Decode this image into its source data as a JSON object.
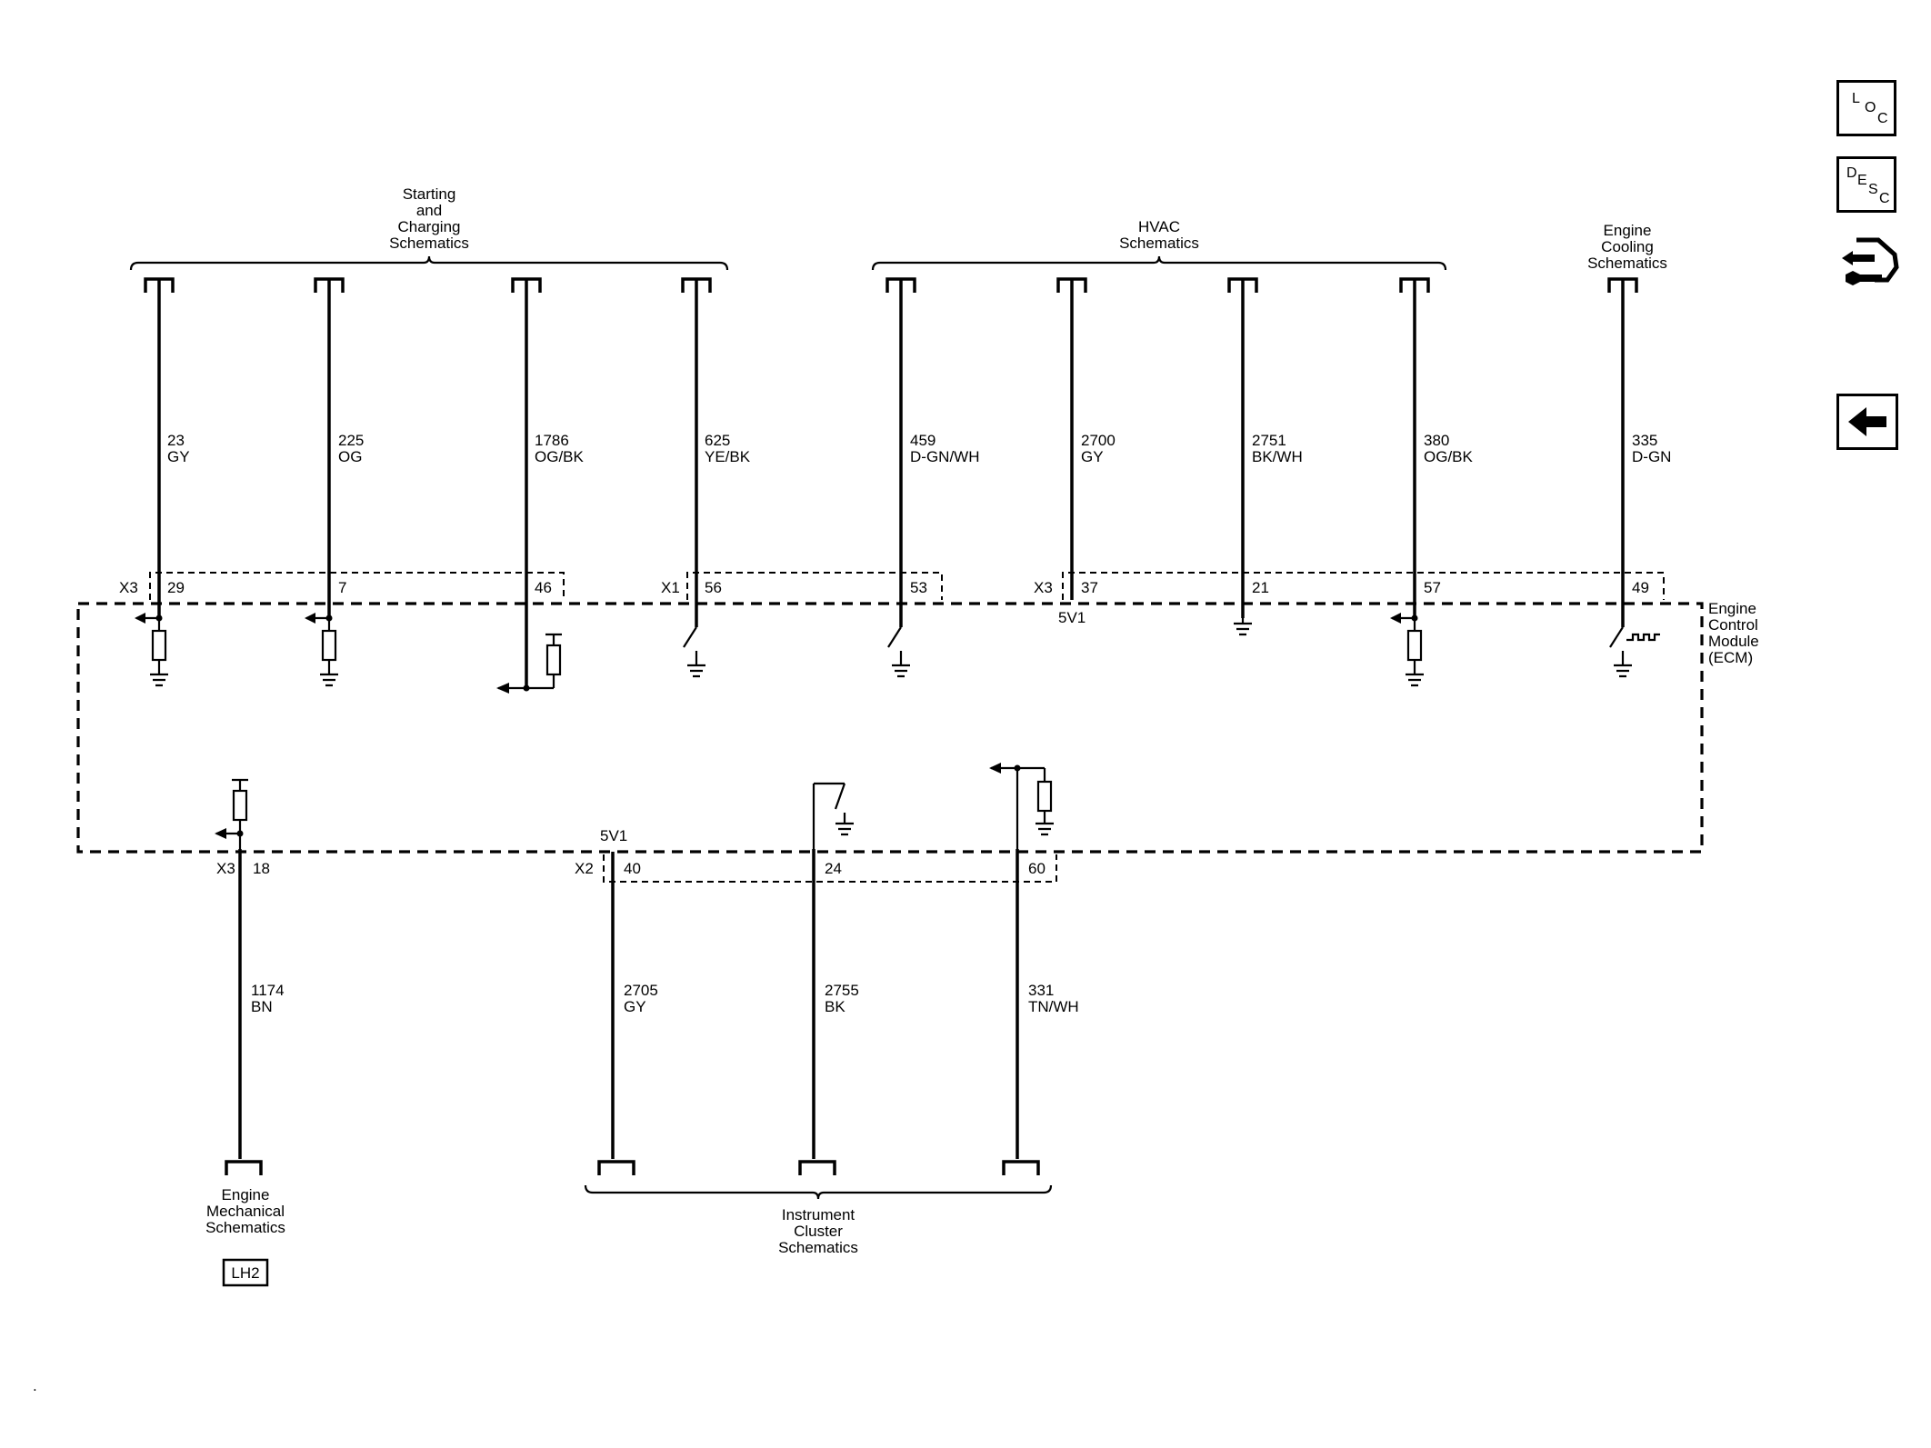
{
  "title_groups": {
    "starting_charging": [
      "Starting",
      "and",
      "Charging",
      "Schematics"
    ],
    "hvac": [
      "HVAC",
      "Schematics"
    ],
    "engine_cooling": [
      "Engine",
      "Cooling",
      "Schematics"
    ],
    "instrument_cluster": [
      "Instrument",
      "Cluster",
      "Schematics"
    ],
    "engine_mechanical": [
      "Engine",
      "Mechanical",
      "Schematics"
    ]
  },
  "module": {
    "name_lines": [
      "Engine",
      "Control",
      "Module",
      "(ECM)"
    ]
  },
  "top_circuits": [
    {
      "circuit": "23",
      "color": "GY",
      "connector": "X3",
      "pin": "29"
    },
    {
      "circuit": "225",
      "color": "OG",
      "connector": "",
      "pin": "7"
    },
    {
      "circuit": "1786",
      "color": "OG/BK",
      "connector": "",
      "pin": "46"
    },
    {
      "circuit": "625",
      "color": "YE/BK",
      "connector": "X1",
      "pin": "56"
    },
    {
      "circuit": "459",
      "color": "D-GN/WH",
      "connector": "",
      "pin": "53"
    },
    {
      "circuit": "2700",
      "color": "GY",
      "connector": "X3",
      "pin": "37",
      "ref": "5V1"
    },
    {
      "circuit": "2751",
      "color": "BK/WH",
      "connector": "",
      "pin": "21"
    },
    {
      "circuit": "380",
      "color": "OG/BK",
      "connector": "",
      "pin": "57"
    },
    {
      "circuit": "335",
      "color": "D-GN",
      "connector": "",
      "pin": "49"
    }
  ],
  "bottom_circuits": [
    {
      "circuit": "1174",
      "color": "BN",
      "connector": "X3",
      "pin": "18"
    },
    {
      "circuit": "2705",
      "color": "GY",
      "connector": "X2",
      "pin": "40",
      "ref": "5V1"
    },
    {
      "circuit": "2755",
      "color": "BK",
      "connector": "",
      "pin": "24"
    },
    {
      "circuit": "331",
      "color": "TN/WH",
      "connector": "",
      "pin": "60"
    }
  ],
  "badge": "LH2",
  "side_buttons": [
    {
      "icon": "loc-icon",
      "letters": [
        "L",
        "O",
        "C"
      ]
    },
    {
      "icon": "desc-icon",
      "letters": [
        "D",
        "E",
        "S",
        "C"
      ]
    },
    {
      "icon": "connector-views-icon"
    },
    {
      "icon": "back-arrow-icon"
    }
  ],
  "corner_mark": "."
}
